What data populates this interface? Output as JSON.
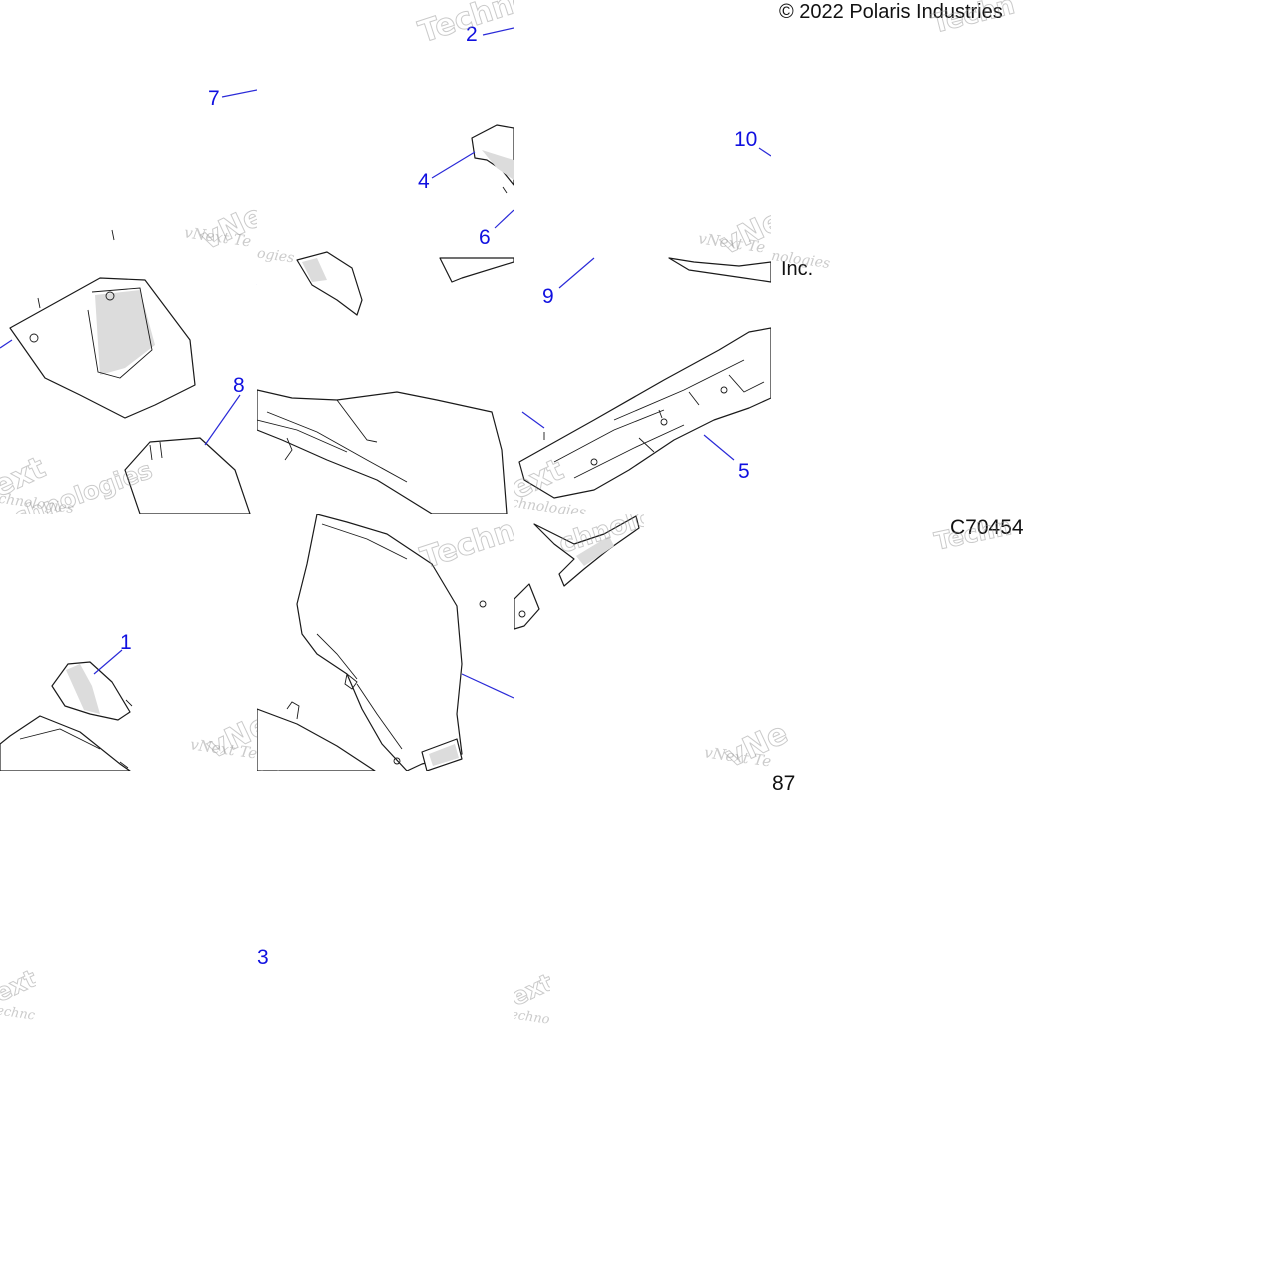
{
  "copyright": "© 2022 Polaris Industries Inc.",
  "copyright_visible_parts": [
    "© 2022 Polaris Industries",
    "Inc."
  ],
  "figure_code": "C70454",
  "page_number_fragment": "87",
  "watermark": {
    "brand_line": "vNext Technologies",
    "visible_fragments": [
      "vNext Te",
      "Technologies",
      "Techno",
      "chnologies",
      "ext",
      "Techn",
      "echno",
      "echnc",
      "vNe"
    ]
  },
  "callouts": [
    {
      "id": "1",
      "label": "1"
    },
    {
      "id": "2",
      "label": "2"
    },
    {
      "id": "3",
      "label": "3"
    },
    {
      "id": "4",
      "label": "4"
    },
    {
      "id": "5",
      "label": "5"
    },
    {
      "id": "6",
      "label": "6"
    },
    {
      "id": "7",
      "label": "7"
    },
    {
      "id": "8",
      "label": "8"
    },
    {
      "id": "9",
      "label": "9"
    },
    {
      "id": "10",
      "label": "10"
    }
  ],
  "colors": {
    "callout": "#1010e0",
    "leader": "#2a2ad8",
    "line_art": "#1a1a1a",
    "shading": "#dcdcdc",
    "background": "#ffffff"
  }
}
